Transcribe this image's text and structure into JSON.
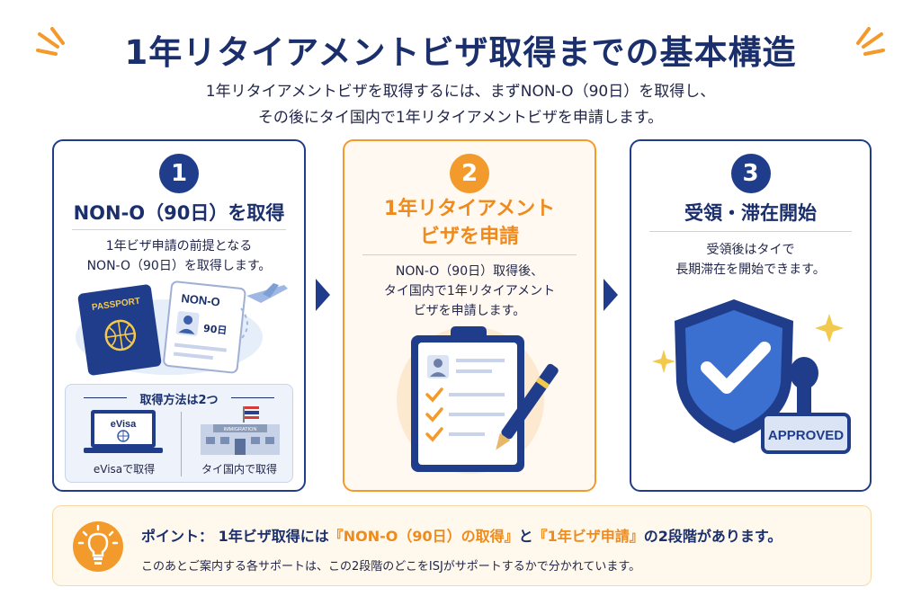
{
  "header": {
    "title": "1年リタイアメントビザ取得までの基本構造",
    "subtitle_line1": "1年リタイアメントビザを取得するには、まずNON-O（90日）を取得し、",
    "subtitle_line2": "その後にタイ国内で1年リタイアメントビザを申請します。"
  },
  "steps": [
    {
      "number": "1",
      "title": "NON-O（90日）を取得",
      "desc_line1": "1年ビザ申請の前提となる",
      "desc_line2": "NON-O（90日）を取得します。",
      "illustration": {
        "passport_label": "PASSPORT",
        "visa_label": "NON-O",
        "visa_days": "90日"
      },
      "methods": {
        "title": "取得方法は2つ",
        "option1_screen": "eVisa",
        "option1_caption": "eVisaで取得",
        "option2_sign": "IMMIGRATION",
        "option2_caption": "タイ国内で取得"
      }
    },
    {
      "number": "2",
      "title_line1": "1年リタイアメント",
      "title_line2": "ビザを申請",
      "desc_line1": "NON-O（90日）取得後、",
      "desc_line2": "タイ国内で1年リタイアメント",
      "desc_line3": "ビザを申請します。"
    },
    {
      "number": "3",
      "title": "受領・滞在開始",
      "desc_line1": "受領後はタイで",
      "desc_line2": "長期滞在を開始できます。",
      "stamp_text": "APPROVED"
    }
  ],
  "point": {
    "lead": "ポイント：",
    "text_a": "1年ビザ取得には",
    "highlight1": "『NON-O（90日）の取得』",
    "text_b": "と",
    "highlight2": "『1年ビザ申請』",
    "text_c": "の2段階があります。",
    "sub": "このあとご案内する各サポートは、この2段階のどこをISJがサポートするかで分かれています。"
  },
  "colors": {
    "navy": "#1f3d8a",
    "orange": "#f39a2c",
    "cream": "#fff8ec"
  }
}
